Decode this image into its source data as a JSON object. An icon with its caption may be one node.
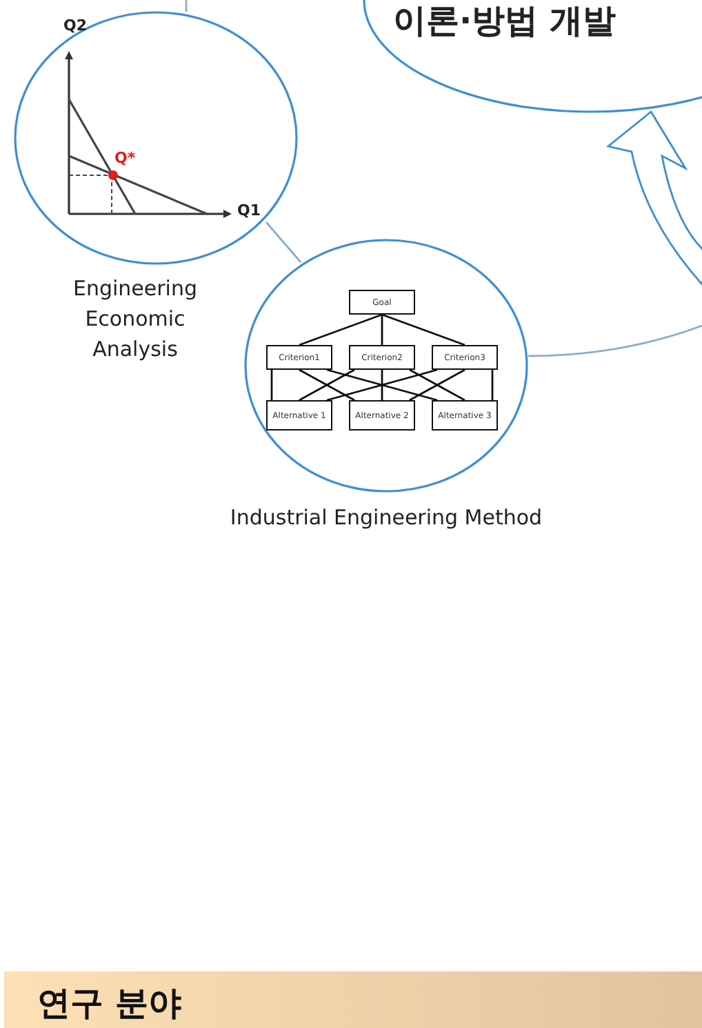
{
  "diagram": {
    "nodes": [
      {
        "text": [
          "이론·방법 개발"
        ]
      },
      {
        "text": [
          "Engineering Economic Analysis"
        ]
      },
      {
        "text": [
          "Industrial Engineering Method"
        ]
      },
      {
        "text": [
          "Goal"
        ],
        "in": 2
      },
      {
        "text": [
          "Criterion1"
        ],
        "in": 2
      },
      {
        "text": [
          "Criterion2"
        ],
        "in": 2
      },
      {
        "text": [
          "Criterion3"
        ],
        "in": 2
      },
      {
        "text": [
          "Alternative 1"
        ],
        "in": 2
      },
      {
        "text": [
          "Alternative 2"
        ],
        "in": 2
      },
      {
        "text": [
          "Alternative 3"
        ],
        "in": 2
      },
      {
        "text": [
          "연구 분야"
        ]
      }
    ],
    "edges": [
      {
        "from": null,
        "to": 1,
        "arrow": "none",
        "color": "#8aaec8"
      },
      {
        "from": 1,
        "to": 2,
        "arrow": "none",
        "color": "#8aaec8"
      },
      {
        "from": 2,
        "to": null,
        "arrow": "none",
        "color": "#8aaec8"
      },
      {
        "from": null,
        "to": 0,
        "arrow": "to",
        "color": "#3d8fd4"
      },
      {
        "from": 3,
        "to": 4,
        "arrow": "none"
      },
      {
        "from": 3,
        "to": 5,
        "arrow": "none"
      },
      {
        "from": 3,
        "to": 6,
        "arrow": "none"
      },
      {
        "from": 4,
        "to": 7,
        "arrow": "none"
      },
      {
        "from": 4,
        "to": 8,
        "arrow": "none"
      },
      {
        "from": 4,
        "to": 9,
        "arrow": "none"
      },
      {
        "from": 5,
        "to": 7,
        "arrow": "none"
      },
      {
        "from": 5,
        "to": 8,
        "arrow": "none"
      },
      {
        "from": 5,
        "to": 9,
        "arrow": "none"
      },
      {
        "from": 6,
        "to": 7,
        "arrow": "none"
      },
      {
        "from": 6,
        "to": 8,
        "arrow": "none"
      },
      {
        "from": 6,
        "to": 9,
        "arrow": "none"
      }
    ],
    "labels": [
      "Q2",
      "Q*",
      "Q1"
    ]
  }
}
